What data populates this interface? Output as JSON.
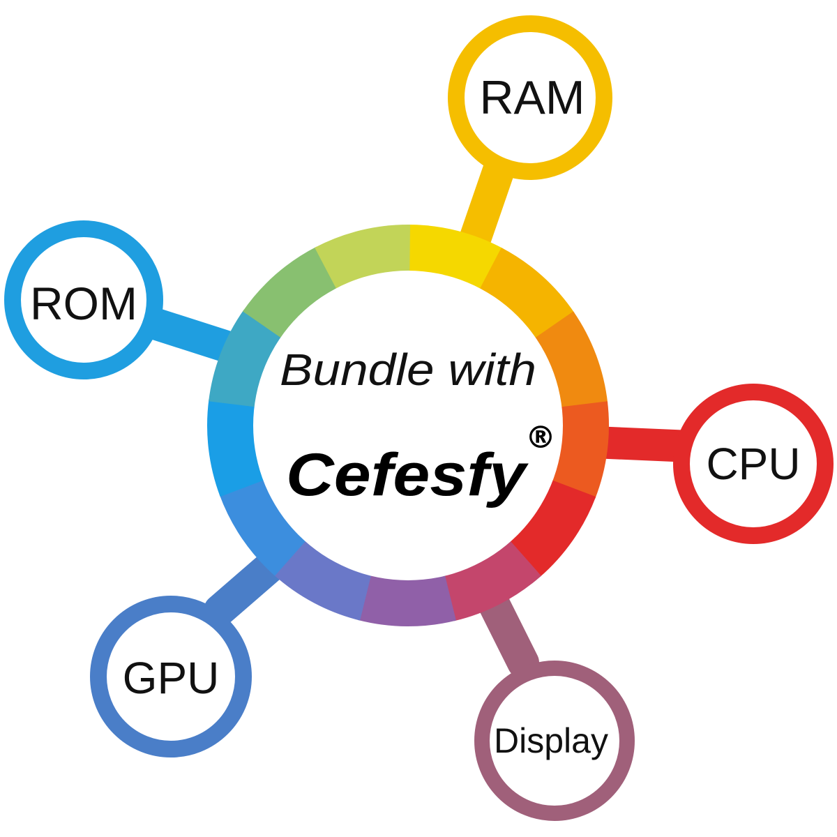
{
  "center": {
    "line1": "Bundle with",
    "brand": "Cefesfy",
    "registered_mark": "®"
  },
  "nodes": [
    {
      "key": "ram",
      "label": "RAM",
      "color": "#f5be00"
    },
    {
      "key": "cpu",
      "label": "CPU",
      "color": "#e32a2a"
    },
    {
      "key": "display",
      "label": "Display",
      "color": "#a0607a"
    },
    {
      "key": "gpu",
      "label": "GPU",
      "color": "#4a7ec8"
    },
    {
      "key": "rom",
      "label": "ROM",
      "color": "#1f9ee0"
    }
  ],
  "ring_colors": [
    "#f5d800",
    "#f5b400",
    "#f08a10",
    "#ec5a20",
    "#e32a2a",
    "#c4466c",
    "#9060a8",
    "#6a78c8",
    "#3c8ede",
    "#1a9ee6",
    "#3ea8c4",
    "#88c070",
    "#c2d458"
  ]
}
